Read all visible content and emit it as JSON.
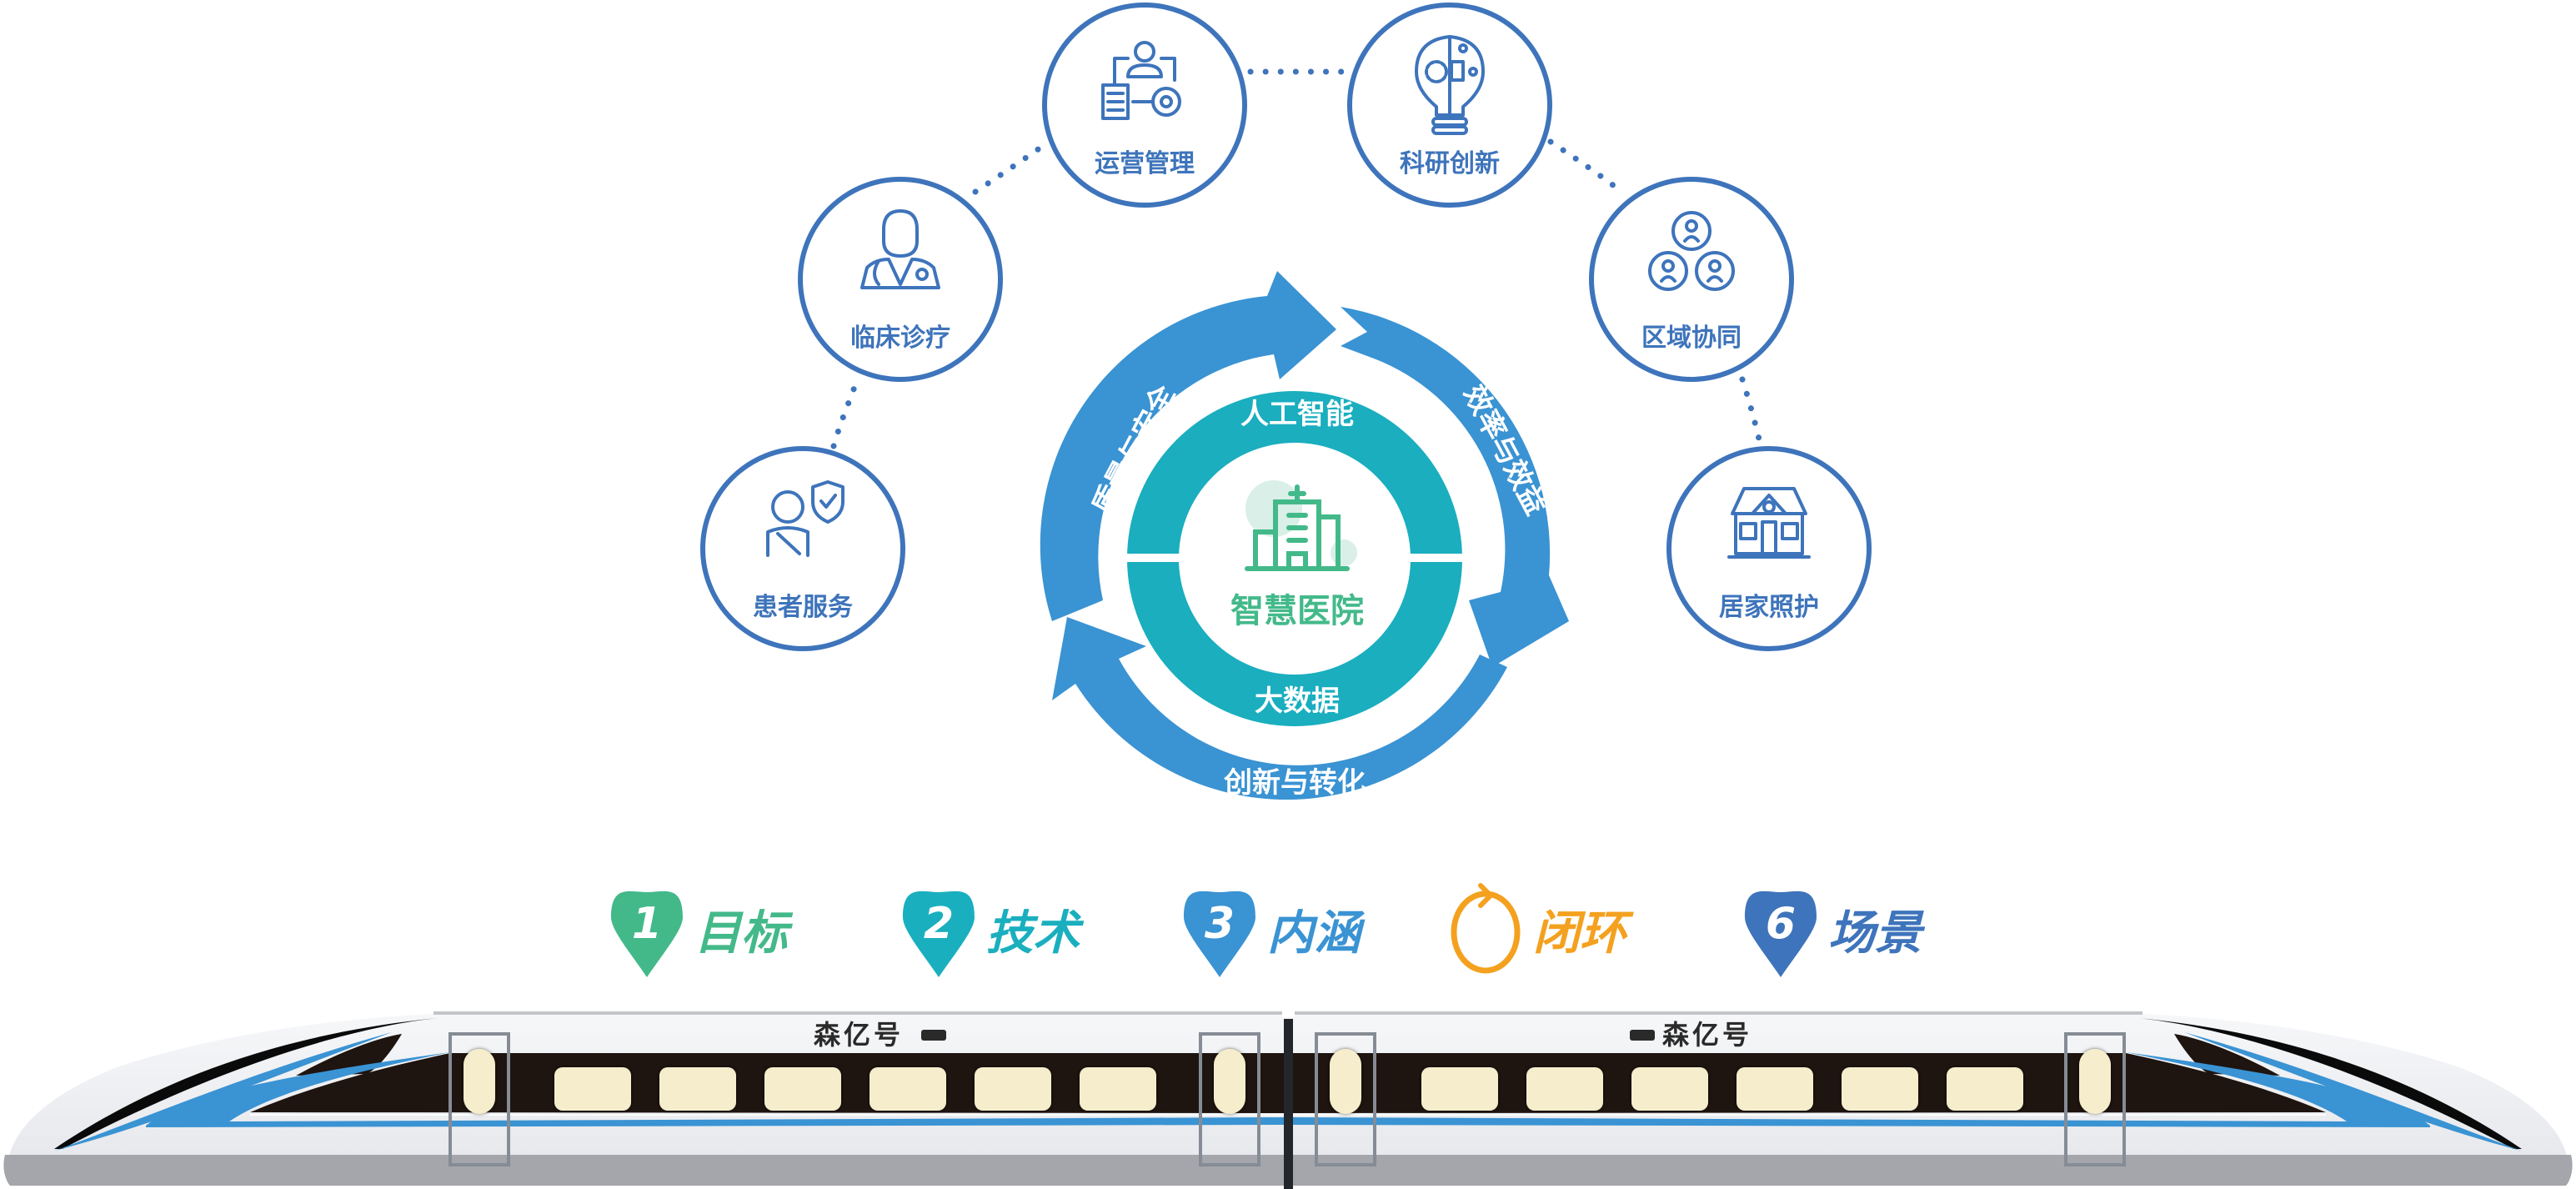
{
  "diagram": {
    "title": "智慧医院",
    "center": {
      "label": "智慧医院",
      "icon": "hospital-building-icon",
      "inner_ring_top": "人工智能",
      "inner_ring_bottom": "大数据"
    },
    "cycle_arrows": [
      {
        "label": "质量与安全",
        "position": "left"
      },
      {
        "label": "效率与效益",
        "position": "right"
      },
      {
        "label": "创新与转化",
        "position": "bottom"
      }
    ],
    "nodes": [
      {
        "label": "患者服务",
        "icon": "patient-shield-icon"
      },
      {
        "label": "临床诊疗",
        "icon": "doctor-stethoscope-icon"
      },
      {
        "label": "运营管理",
        "icon": "operations-workflow-icon"
      },
      {
        "label": "科研创新",
        "icon": "lightbulb-circuit-icon"
      },
      {
        "label": "区域协同",
        "icon": "network-people-icon"
      },
      {
        "label": "居家照护",
        "icon": "house-icon"
      }
    ],
    "colors": {
      "node_blue": "#3E74BB",
      "arrow_blue": "#3A93D3",
      "ring_teal": "#1AAEBF",
      "center_green": "#43B98A"
    }
  },
  "badges": [
    {
      "number": "1",
      "label": "目标",
      "color": "#43B98A",
      "icon": "map-pin-icon"
    },
    {
      "number": "2",
      "label": "技术",
      "color": "#1AAFBF",
      "icon": "map-pin-icon"
    },
    {
      "number": "3",
      "label": "内涵",
      "color": "#3A93D3",
      "icon": "map-pin-icon"
    },
    {
      "number": "",
      "label": "闭环",
      "color": "#F4A11F",
      "icon": "loop-circle-icon"
    },
    {
      "number": "6",
      "label": "场景",
      "color": "#3E74BB",
      "icon": "map-pin-icon"
    }
  ],
  "train": {
    "car_labels": [
      "森亿号",
      "森亿号"
    ]
  }
}
